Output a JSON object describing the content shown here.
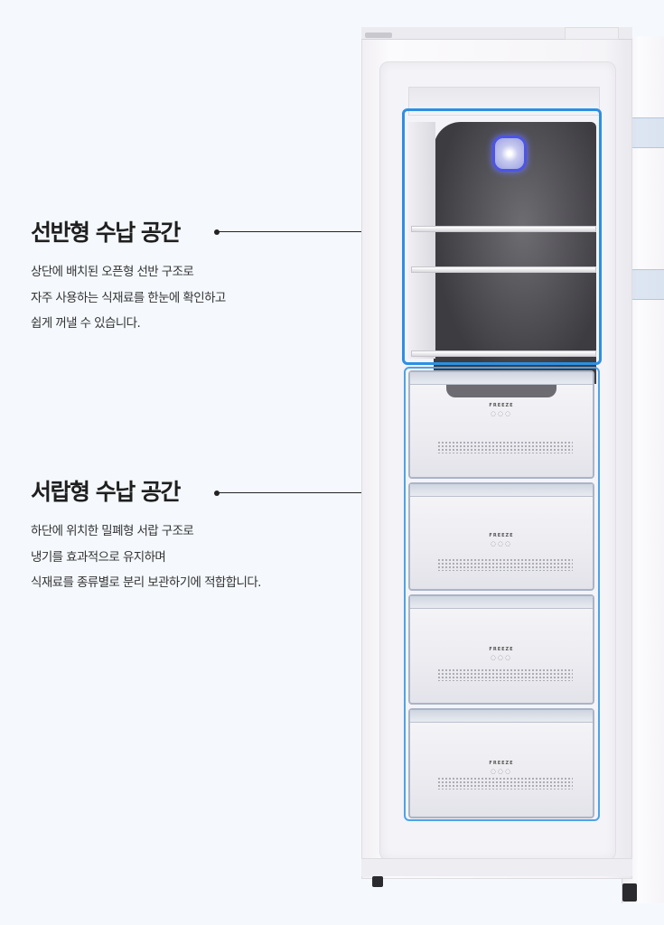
{
  "sections": [
    {
      "title": "선반형 수납 공간",
      "lines": [
        "상단에 배치된 오픈형 선반 구조로",
        "자주 사용하는 식재료를 한눈에 확인하고",
        "쉽게 꺼낼 수 있습니다."
      ]
    },
    {
      "title": "서랍형 수납 공간",
      "lines": [
        "하단에 위치한 밀폐형 서랍 구조로",
        "냉기를 효과적으로 유지하며",
        "식재료를 종류별로 분리 보관하기에 적합합니다."
      ]
    }
  ],
  "product": {
    "drawer_label": "FREEZE",
    "drawer_count": 4,
    "shelf_count": 3,
    "drawer_icons": "◌◌◌"
  },
  "colors": {
    "background": "#f5f9fe",
    "highlight": "#2d8fe3",
    "title": "#1f1f1f"
  }
}
